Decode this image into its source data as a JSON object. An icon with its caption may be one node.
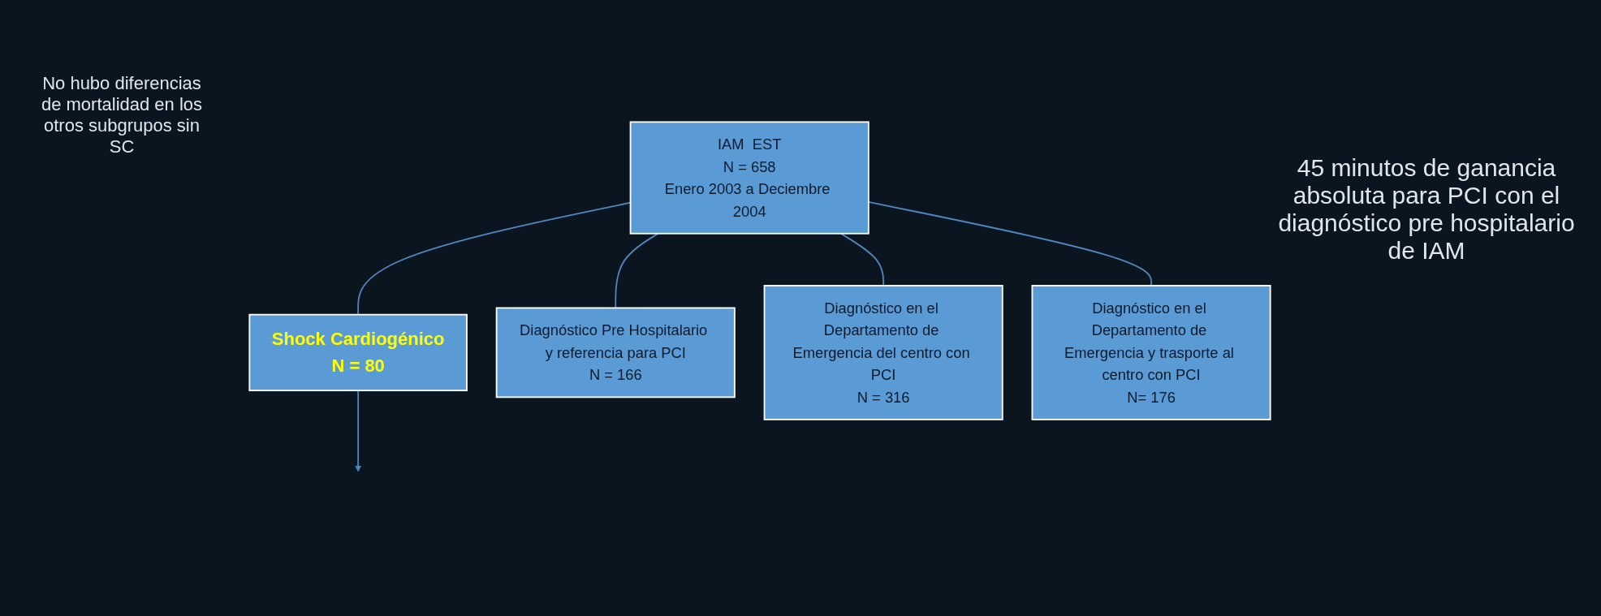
{
  "diagram": {
    "nodes": [
      {
        "text": [
          "IAM  EST",
          "N = 658",
          "Enero 2003 a Deciembre 2004"
        ]
      },
      {
        "text": [
          "Shock Cardiogénico",
          "N = 80"
        ]
      },
      {
        "text": [
          "Diagnóstico Pre Hospitalario y referencia para PCI",
          "N = 166"
        ]
      },
      {
        "text": [
          "Diagnóstico en el Departamento de Emergencia del centro con PCI",
          "N = 316"
        ]
      },
      {
        "text": [
          "Diagnóstico en el Departamento de Emergencia y trasporte al centro con PCI",
          "N= 176"
        ]
      }
    ],
    "edges": [
      {
        "from": 0,
        "to": 1,
        "arrow": "none"
      },
      {
        "from": 0,
        "to": 2,
        "arrow": "none"
      },
      {
        "from": 0,
        "to": 3,
        "arrow": "none"
      },
      {
        "from": 0,
        "to": 4,
        "arrow": "none"
      },
      {
        "from": 1,
        "to": null,
        "arrow": "to"
      }
    ],
    "labels": [
      "No hubo diferencias de mortalidad  en los otros subgrupos sin SC",
      "45 minutos de ganancia absoluta para PCI  con el diagnóstico pre hospitalario de IAM"
    ]
  }
}
